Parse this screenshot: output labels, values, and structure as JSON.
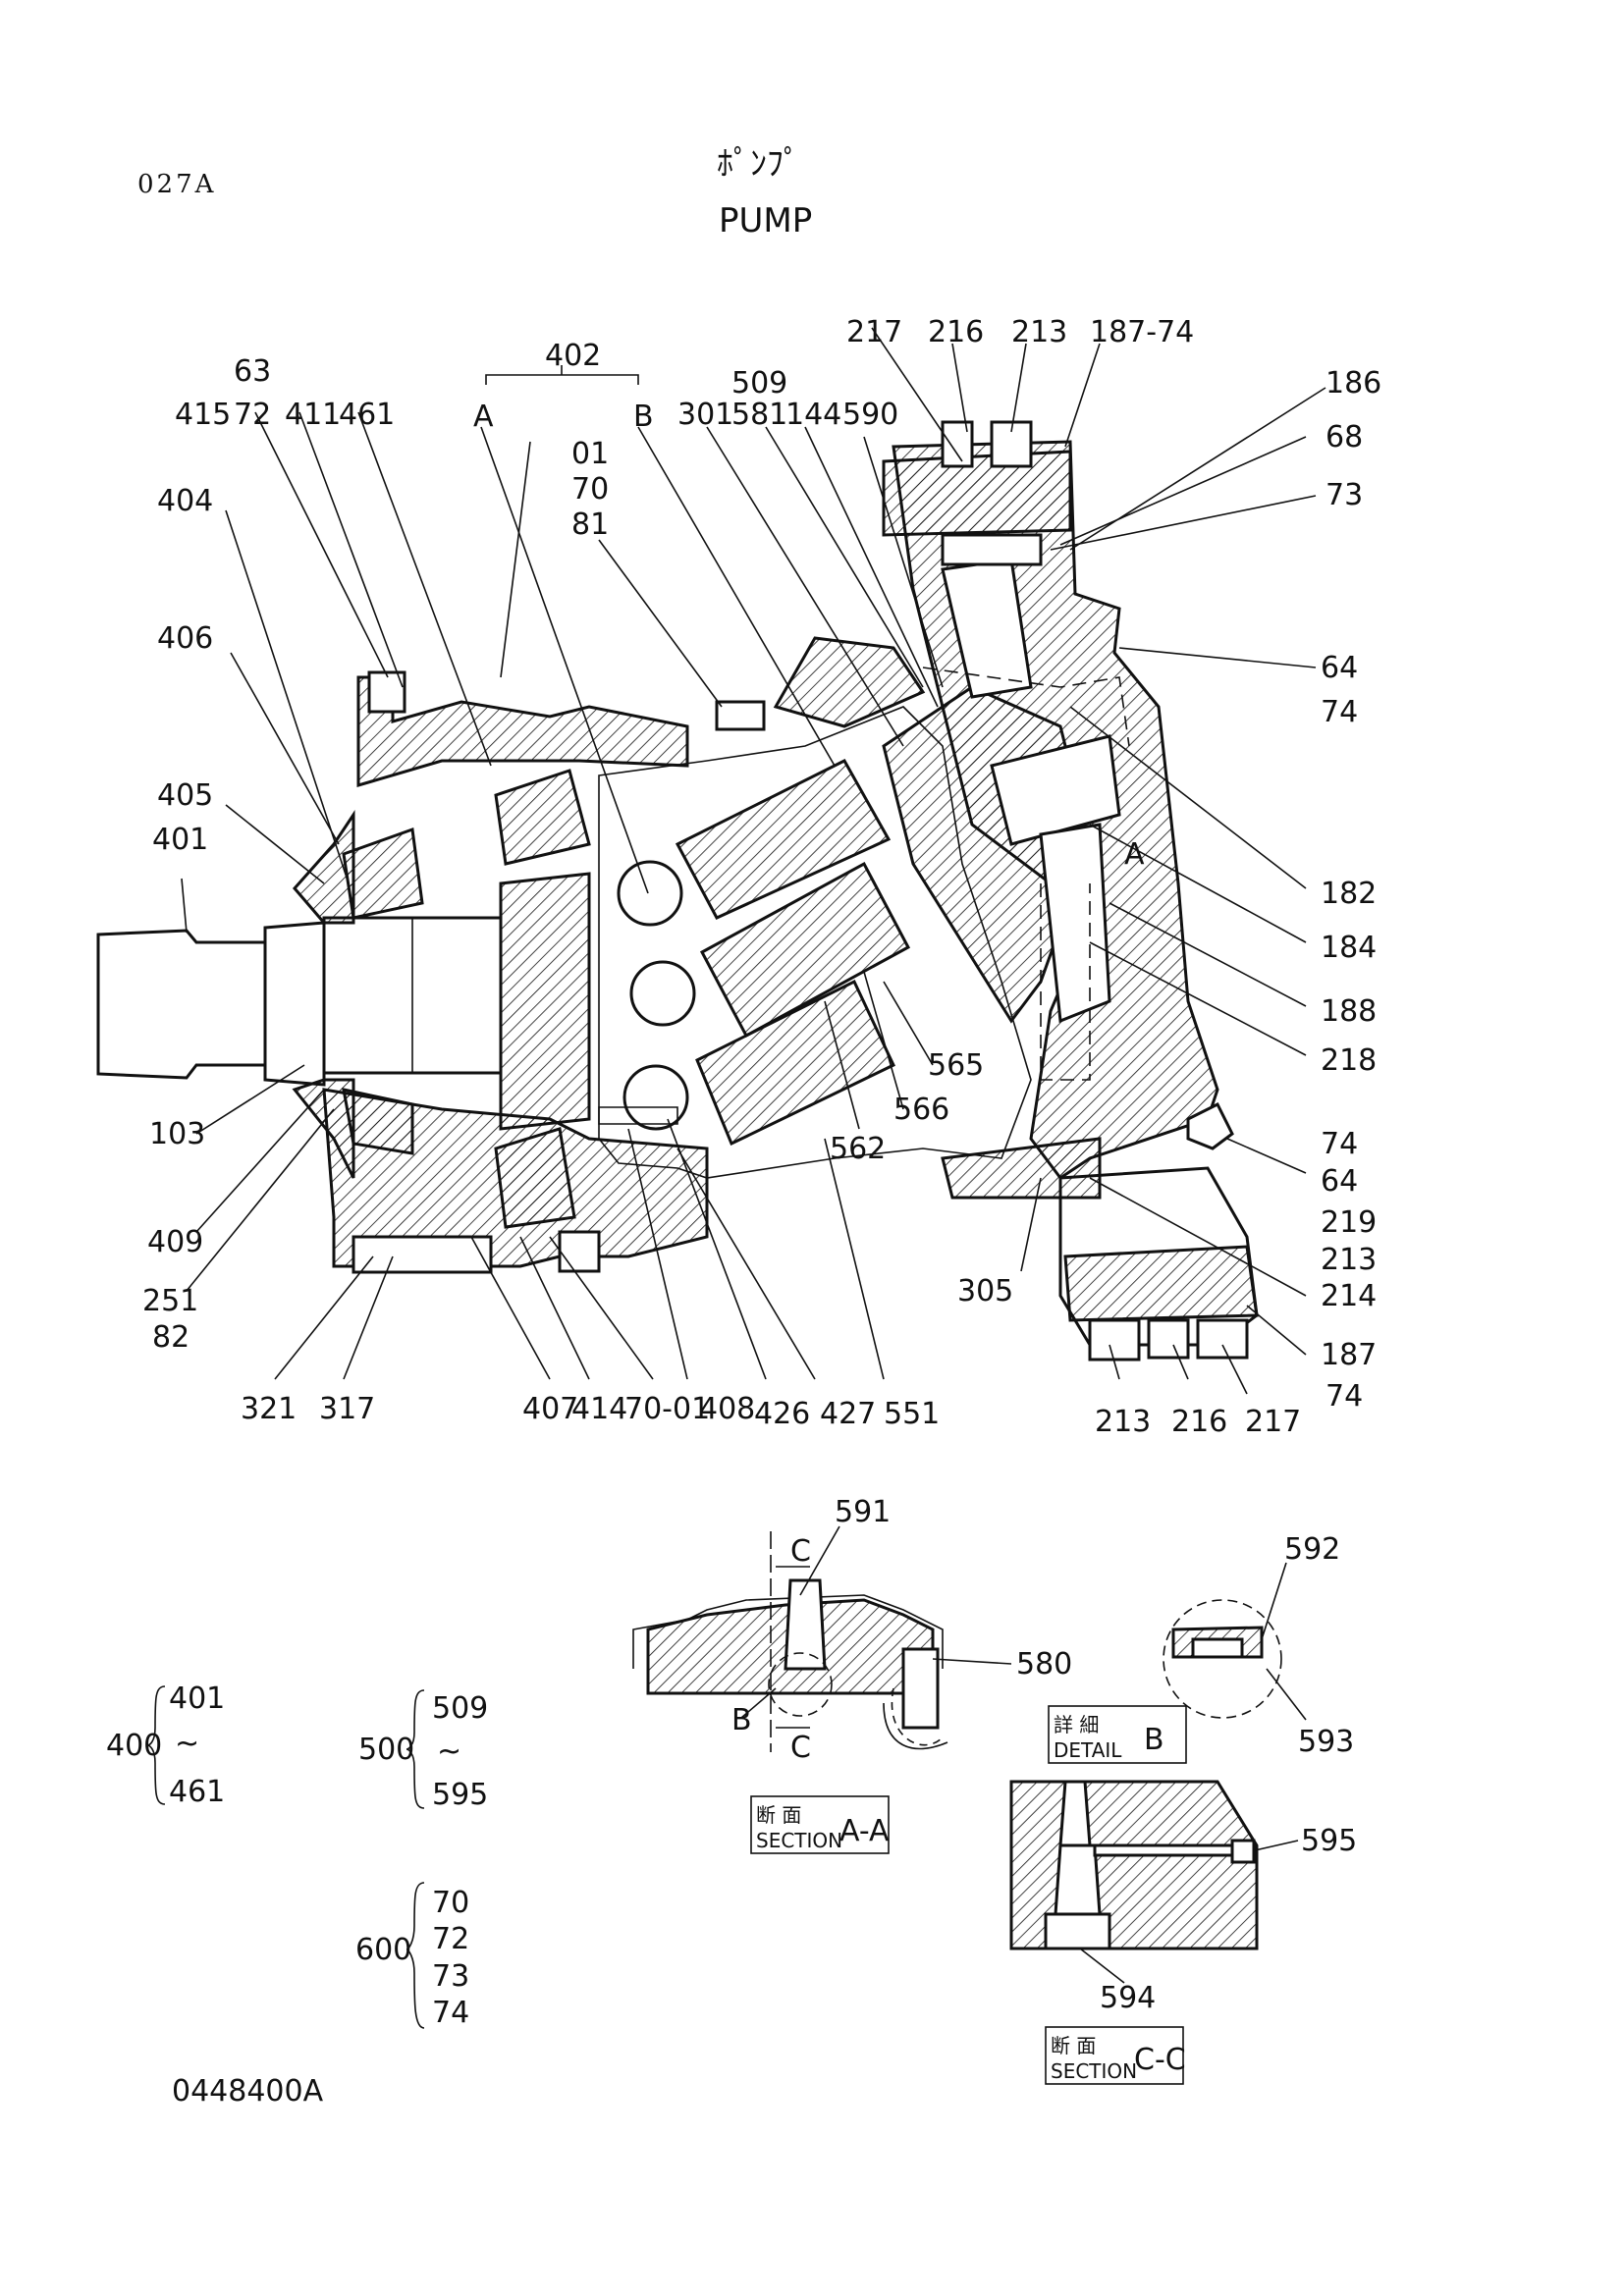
{
  "header": {
    "page_code": "027A",
    "title_jp": "ﾎﾟﾝﾌﾟ",
    "title_en": "PUMP",
    "drawing_number": "0448400A"
  },
  "labels": {
    "l217a": "217",
    "l216a": "216",
    "l213a": "213",
    "l18774a": "187-74",
    "l402": "402",
    "l402A": "A",
    "l402B": "B",
    "l63": "63",
    "l72": "72",
    "l415": "415",
    "l411": "411",
    "l461": "461",
    "l509": "509",
    "l581": "581",
    "l301": "301",
    "l144": "144",
    "l590": "590",
    "l01": "01",
    "l70": "70",
    "l81": "81",
    "l186": "186",
    "l68": "68",
    "l73": "73",
    "l404": "404",
    "l406": "406",
    "l405": "405",
    "l401": "401",
    "l64a": "64",
    "l74a": "74",
    "l182": "182",
    "l184": "184",
    "l188": "188",
    "l218": "218",
    "lA": "A",
    "l565": "565",
    "l566": "566",
    "l562": "562",
    "l103": "103",
    "l409": "409",
    "l251": "251",
    "l82": "82",
    "l74b": "74",
    "l64b": "64",
    "l219": "219",
    "l213b": "213",
    "l214": "214",
    "l305": "305",
    "l187b": "187",
    "l74c": "74",
    "l321": "321",
    "l317": "317",
    "l407": "407",
    "l414": "414",
    "l7001": "70-01",
    "l408": "408",
    "l426": "426",
    "l427": "427",
    "l551": "551",
    "l213c": "213",
    "l216c": "216",
    "l217c": "217"
  },
  "details": {
    "l591": "591",
    "l580": "580",
    "cTop": "C",
    "cBot": "C",
    "bMark": "B",
    "l592": "592",
    "l593": "593",
    "l595": "595",
    "l594": "594",
    "sectionAA_jp": "断 面",
    "sectionAA_en": "SECTION",
    "sectionAA_id": "A-A",
    "detailB_jp": "詳 細",
    "detailB_en": "DETAIL",
    "detailB_id": "B",
    "sectionCC_jp": "断 面",
    "sectionCC_en": "SECTION",
    "sectionCC_id": "C-C"
  },
  "groups": {
    "g400": {
      "name": "400",
      "first": "401",
      "tilde": "~",
      "last": "461"
    },
    "g500": {
      "name": "500",
      "first": "509",
      "tilde": "~",
      "last": "595"
    },
    "g600": {
      "name": "600",
      "items": [
        "70",
        "72",
        "73",
        "74"
      ]
    }
  }
}
